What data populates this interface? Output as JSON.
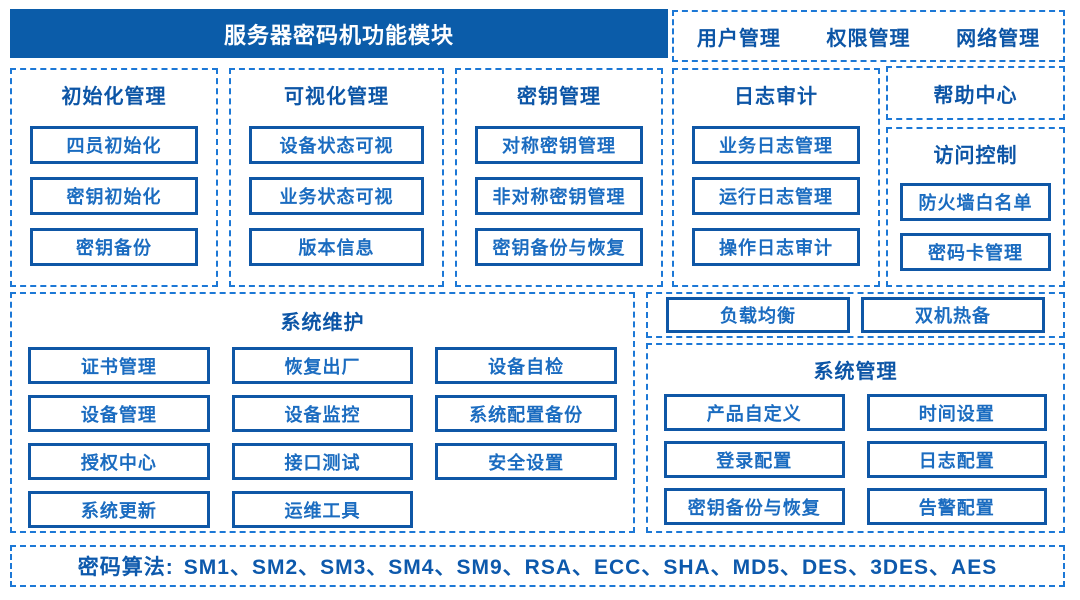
{
  "header": {
    "title": "服务器密码机功能模块"
  },
  "top_right": {
    "items": [
      "用户管理",
      "权限管理",
      "网络管理"
    ]
  },
  "help_center": {
    "title": "帮助中心"
  },
  "columns": [
    {
      "title": "初始化管理",
      "items": [
        "四员初始化",
        "密钥初始化",
        "密钥备份"
      ]
    },
    {
      "title": "可视化管理",
      "items": [
        "设备状态可视",
        "业务状态可视",
        "版本信息"
      ]
    },
    {
      "title": "密钥管理",
      "items": [
        "对称密钥管理",
        "非对称密钥管理",
        "密钥备份与恢复"
      ]
    },
    {
      "title": "日志审计",
      "items": [
        "业务日志管理",
        "运行日志管理",
        "操作日志审计"
      ]
    }
  ],
  "access_control": {
    "title": "访问控制",
    "items": [
      "防火墙白名单",
      "密码卡管理"
    ]
  },
  "system_maintenance": {
    "title": "系统维护",
    "items": [
      "证书管理",
      "恢复出厂",
      "设备自检",
      "设备管理",
      "设备监控",
      "系统配置备份",
      "授权中心",
      "接口测试",
      "安全设置",
      "系统更新",
      "运维工具"
    ]
  },
  "ha_row": {
    "items": [
      "负载均衡",
      "双机热备"
    ]
  },
  "system_management": {
    "title": "系统管理",
    "items": [
      "产品自定义",
      "时间设置",
      "登录配置",
      "日志配置",
      "密钥备份与恢复",
      "告警配置"
    ]
  },
  "footer": {
    "label": "密码算法:",
    "algorithms": "SM1、SM2、SM3、SM4、SM9、RSA、ECC、SHA、MD5、DES、3DES、AES"
  },
  "colors": {
    "header_bg": "#0b5ca9",
    "header_text": "#ffffff",
    "dashed_border": "#1c78d6",
    "box_border": "#0f57a6",
    "box_text": "#1b6cc0",
    "title_text": "#0c55a6"
  }
}
